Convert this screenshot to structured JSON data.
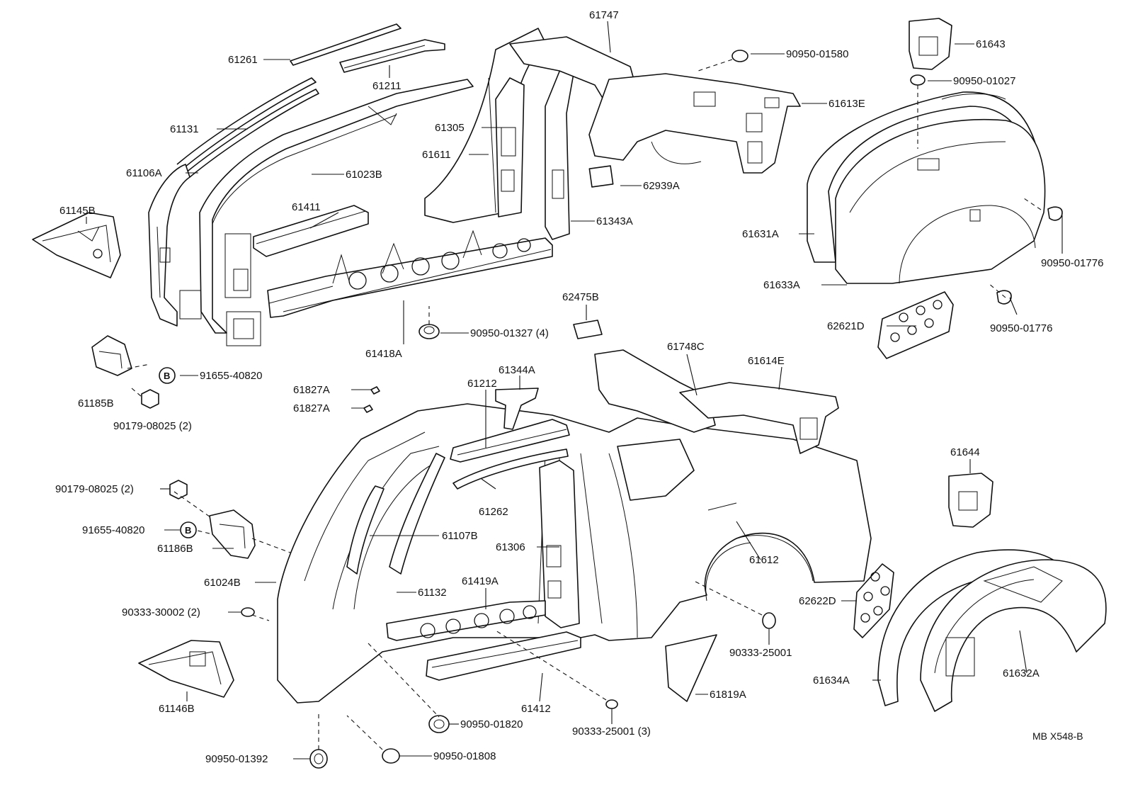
{
  "diagram_code": "MB X548-B",
  "badge_letter": "B",
  "labels": {
    "p61261": "61261",
    "p61211": "61211",
    "p61747": "61747",
    "p90950_01580": "90950-01580",
    "p61643": "61643",
    "p90950_01027": "90950-01027",
    "p61131": "61131",
    "p61305": "61305",
    "p61613E": "61613E",
    "p61611": "61611",
    "p61106A": "61106A",
    "p61023B": "61023B",
    "p62939A": "62939A",
    "p61631A": "61631A",
    "p61145B": "61145B",
    "p61411": "61411",
    "p61343A": "61343A",
    "p90950_01776a": "90950-01776",
    "p61633A": "61633A",
    "p62475B": "62475B",
    "p62621D": "62621D",
    "p90950_01776b": "90950-01776",
    "p90950_01327": "90950-01327 (4)",
    "p61418A": "61418A",
    "p61748C": "61748C",
    "p61614E": "61614E",
    "p91655_40820a": "91655-40820",
    "p61185B": "61185B",
    "p61344A": "61344A",
    "p61827A_1": "61827A",
    "p61212": "61212",
    "p61827A_2": "61827A",
    "p90179_08025a": "90179-08025 (2)",
    "p61644": "61644",
    "p90179_08025b": "90179-08025 (2)",
    "p61262": "61262",
    "p91655_40820b": "91655-40820",
    "p61107B": "61107B",
    "p61186B": "61186B",
    "p61306": "61306",
    "p61612": "61612",
    "p61024B": "61024B",
    "p61419A": "61419A",
    "p61132": "61132",
    "p62622D": "62622D",
    "p90333_30002": "90333-30002 (2)",
    "p90333_25001a": "90333-25001",
    "p61634A": "61634A",
    "p61632A": "61632A",
    "p61819A": "61819A",
    "p61412": "61412",
    "p61146B": "61146B",
    "p90950_01820": "90950-01820",
    "p90333_25001b": "90333-25001 (3)",
    "p90950_01392": "90950-01392",
    "p90950_01808": "90950-01808"
  }
}
